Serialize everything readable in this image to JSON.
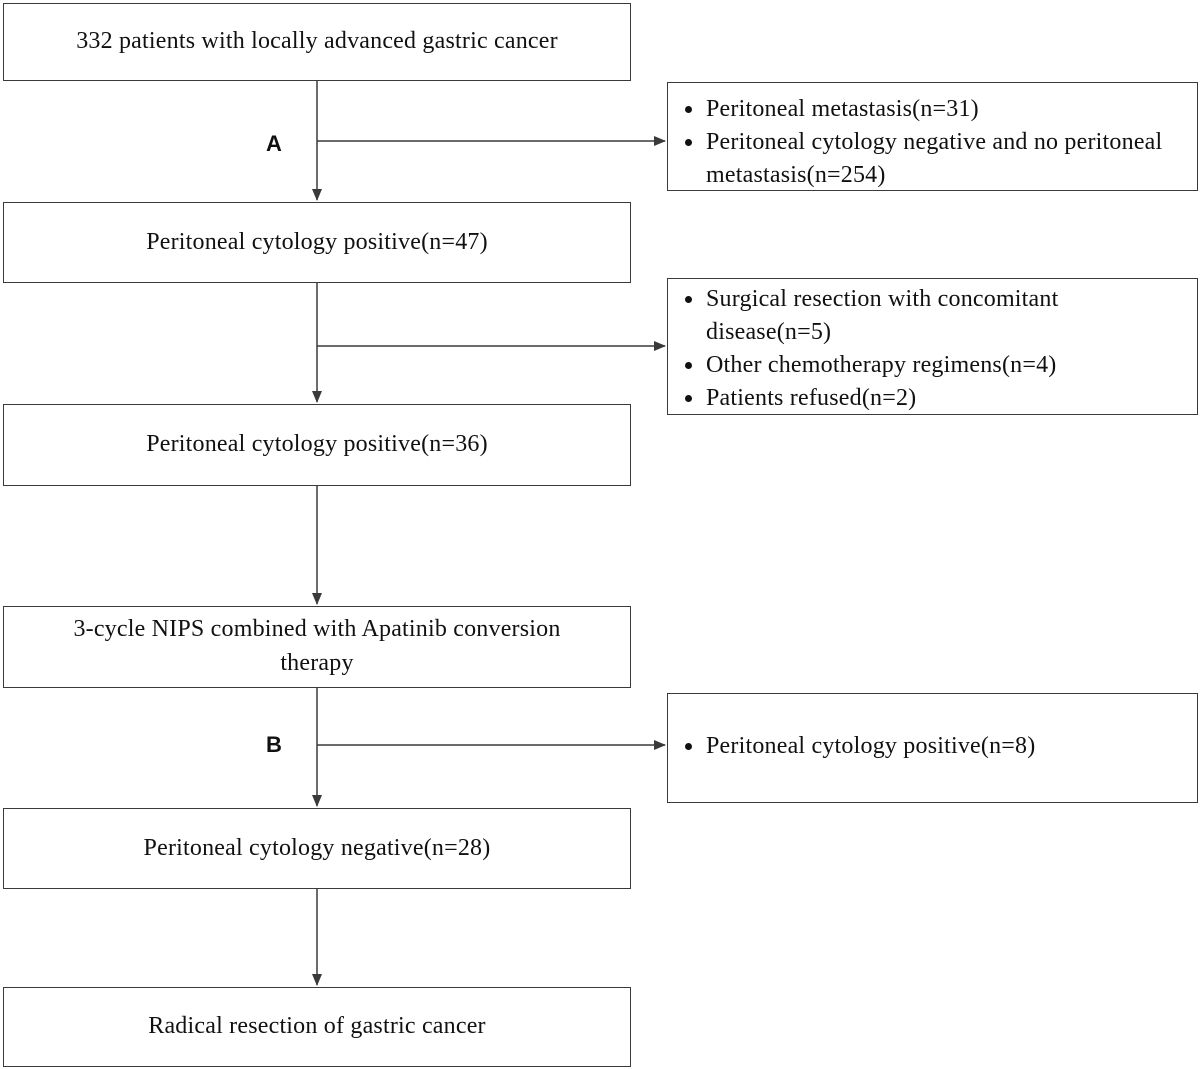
{
  "flowchart": {
    "main_boxes": [
      "332 patients with locally advanced gastric cancer",
      "Peritoneal cytology positive(n=47)",
      "Peritoneal cytology positive(n=36)",
      "3-cycle NIPS combined with Apatinib conversion therapy",
      "Peritoneal cytology  negative(n=28)",
      "Radical resection of gastric cancer"
    ],
    "exclusions": [
      {
        "label": "A",
        "items": [
          "Peritoneal metastasis(n=31)",
          "Peritoneal cytology negative and no peritoneal metastasis(n=254)"
        ]
      },
      {
        "label": "",
        "items": [
          "Surgical resection with concomitant disease(n=5)",
          "Other chemotherapy regimens(n=4)",
          "Patients refused(n=2)"
        ]
      },
      {
        "label": "B",
        "items": [
          "Peritoneal cytology positive(n=8)"
        ]
      }
    ]
  },
  "colors": {
    "line": "#3a3a3a",
    "text": "#111111",
    "background": "#ffffff"
  }
}
